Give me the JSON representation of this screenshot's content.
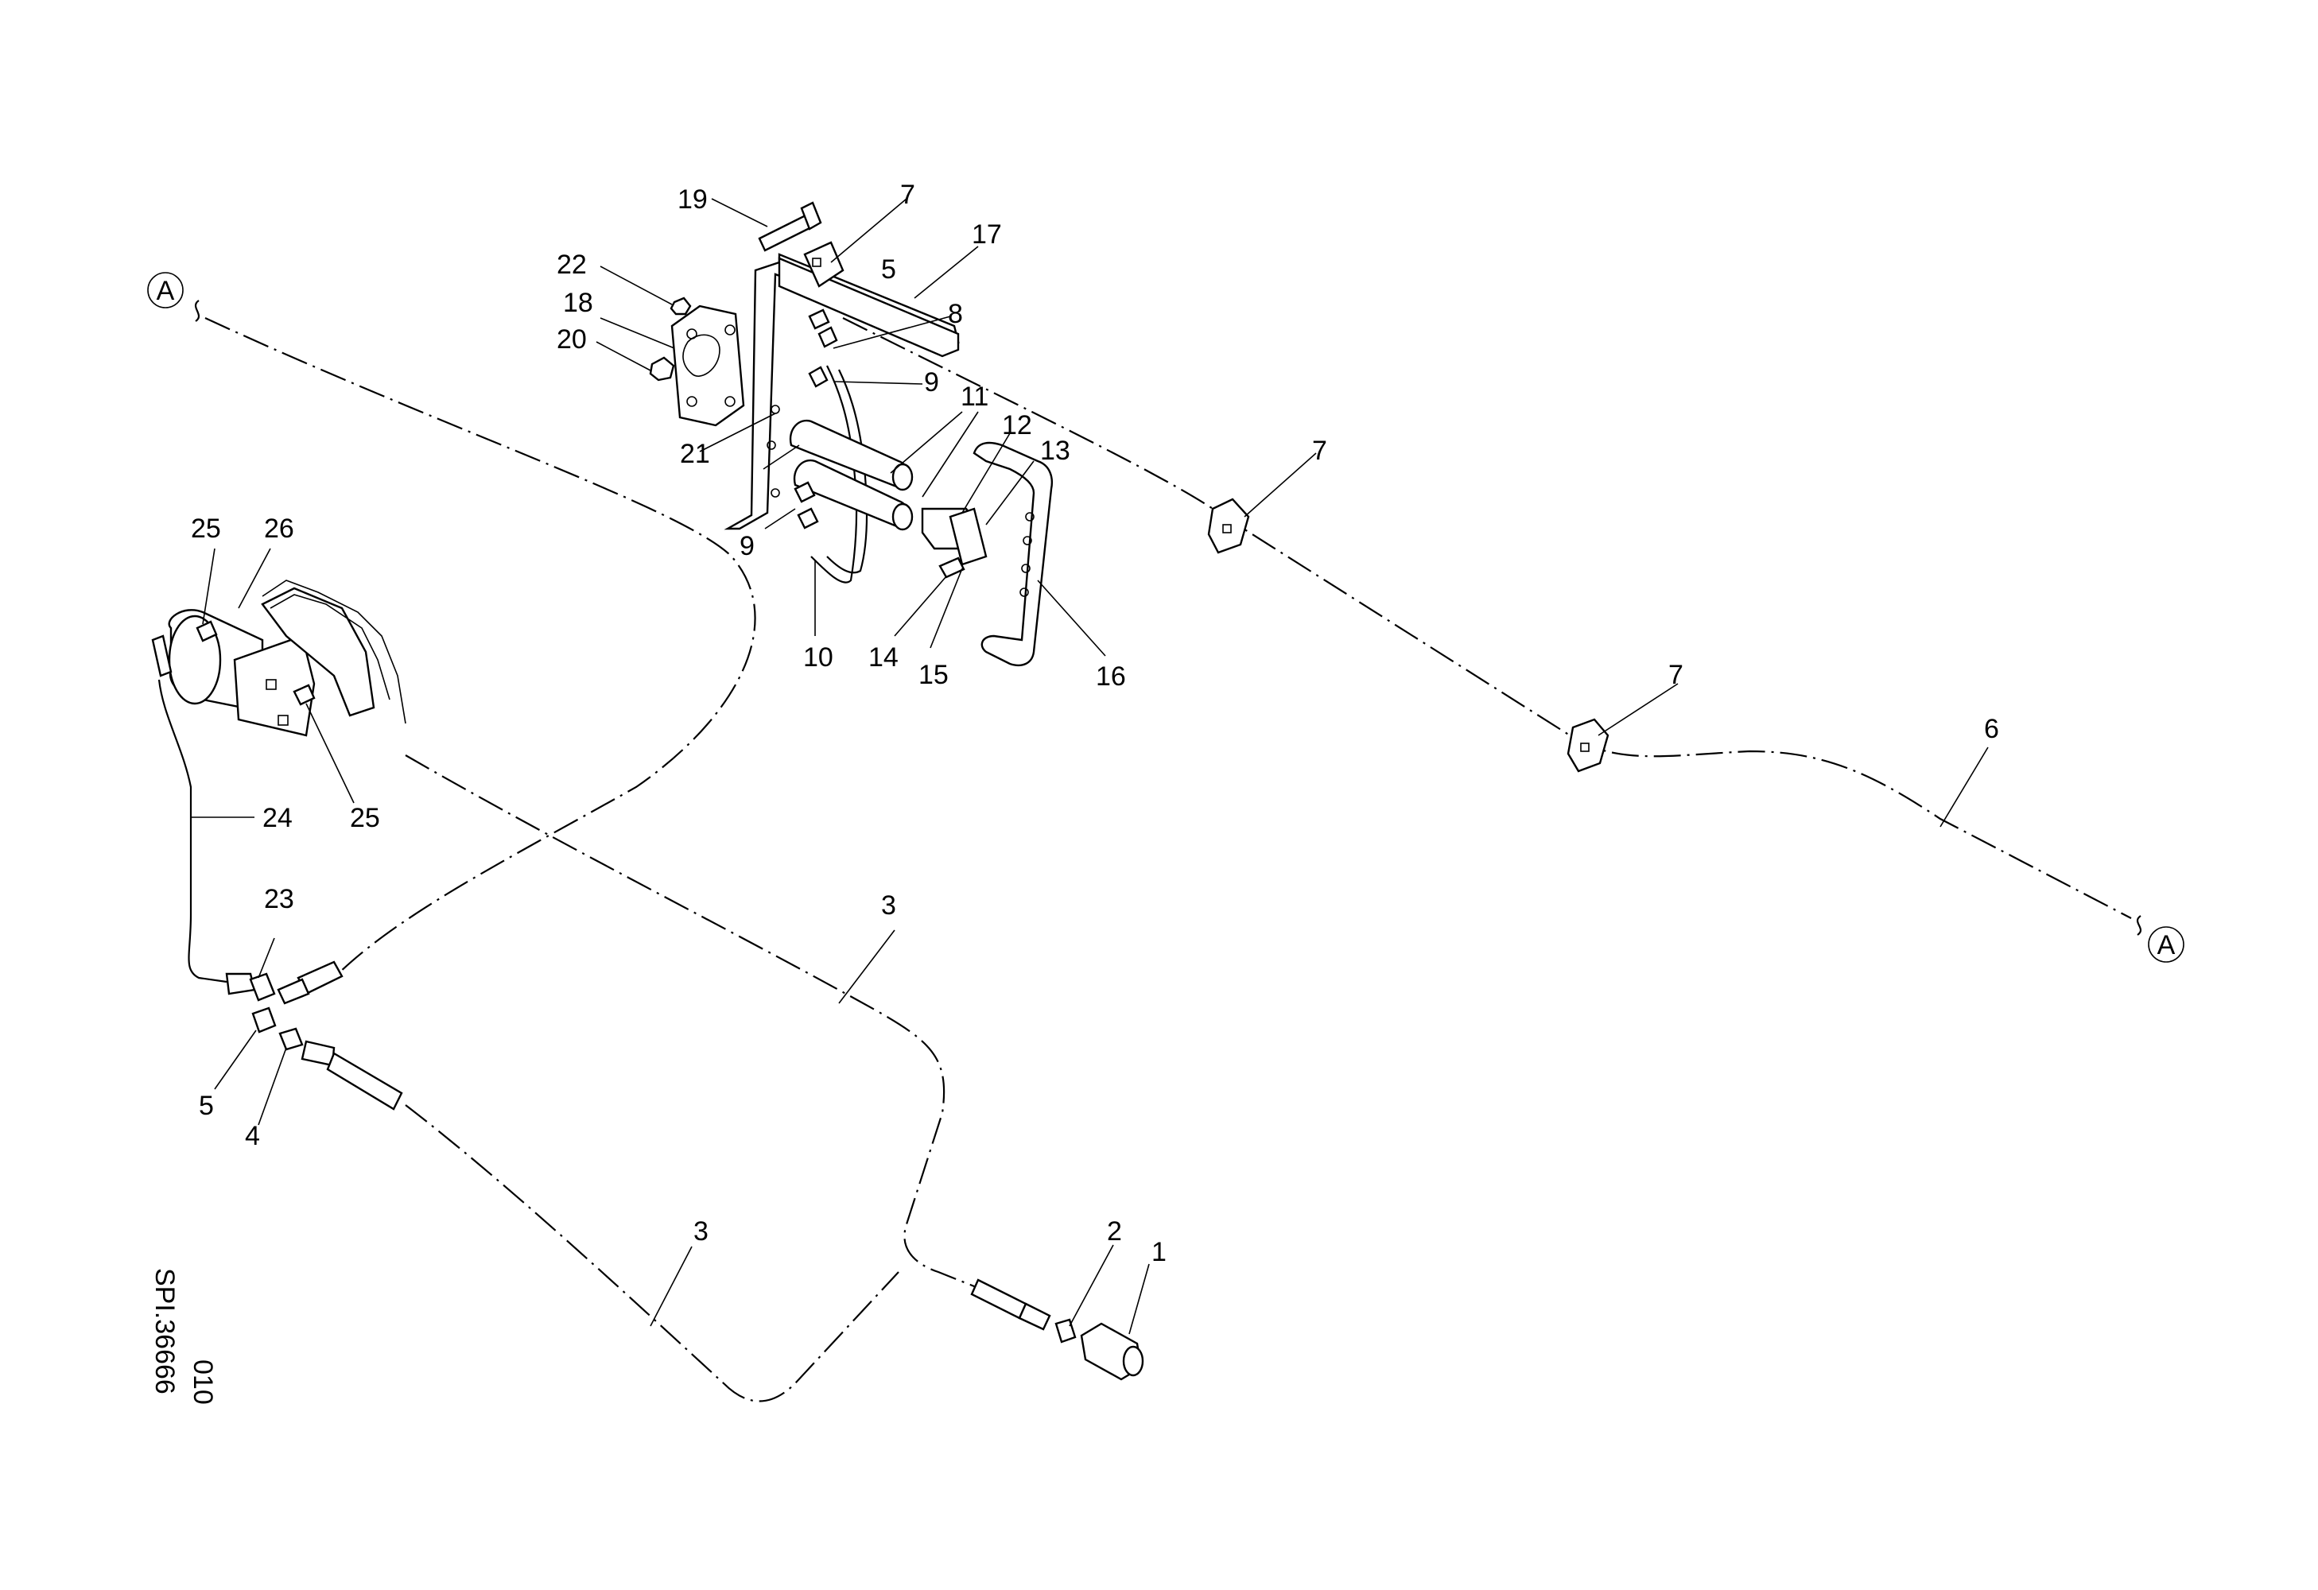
{
  "diagram": {
    "callouts": [
      "1",
      "2",
      "3",
      "3",
      "4",
      "5",
      "5",
      "6",
      "7",
      "7",
      "7",
      "8",
      "9",
      "9",
      "10",
      "11",
      "12",
      "13",
      "14",
      "15",
      "16",
      "17",
      "18",
      "19",
      "20",
      "21",
      "22",
      "23",
      "24",
      "25",
      "25",
      "26"
    ],
    "connector_marks": [
      "A",
      "A"
    ],
    "drawing_code": "SPI.36666",
    "sheet_number": "010"
  }
}
